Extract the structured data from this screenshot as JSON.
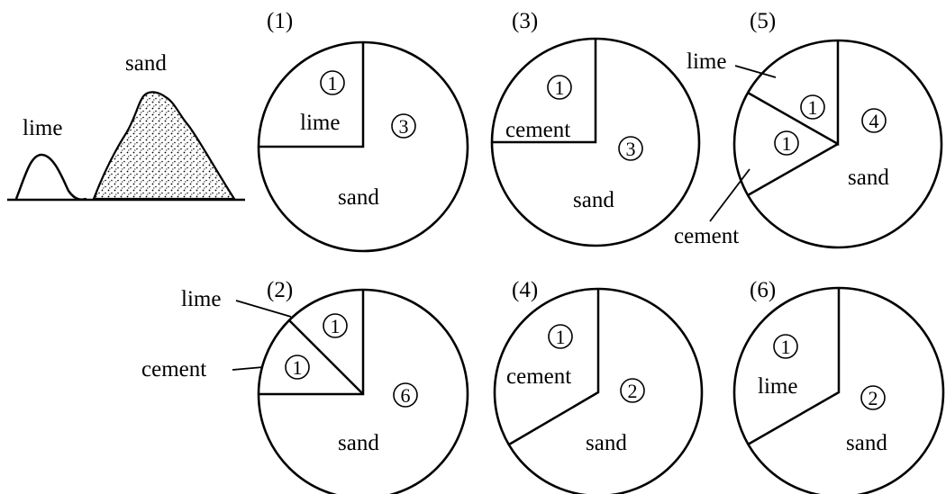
{
  "piles": {
    "lime_label": "lime",
    "sand_label": "sand"
  },
  "diagrams": [
    {
      "caption": "(1)",
      "parts": [
        {
          "ratio": "1",
          "material": "lime"
        },
        {
          "ratio": "3",
          "material": "sand"
        }
      ]
    },
    {
      "caption": "(3)",
      "parts": [
        {
          "ratio": "1",
          "material": "cement"
        },
        {
          "ratio": "3",
          "material": "sand"
        }
      ]
    },
    {
      "caption": "(5)",
      "parts": [
        {
          "ratio": "1",
          "material": "lime"
        },
        {
          "ratio": "1",
          "material": "cement"
        },
        {
          "ratio": "4",
          "material": "sand"
        }
      ]
    },
    {
      "caption": "(2)",
      "parts": [
        {
          "ratio": "1",
          "material": "lime"
        },
        {
          "ratio": "1",
          "material": "cement"
        },
        {
          "ratio": "6",
          "material": "sand"
        }
      ]
    },
    {
      "caption": "(4)",
      "parts": [
        {
          "ratio": "1",
          "material": "cement"
        },
        {
          "ratio": "2",
          "material": "sand"
        }
      ]
    },
    {
      "caption": "(6)",
      "parts": [
        {
          "ratio": "1",
          "material": "lime"
        },
        {
          "ratio": "2",
          "material": "sand"
        }
      ]
    }
  ]
}
